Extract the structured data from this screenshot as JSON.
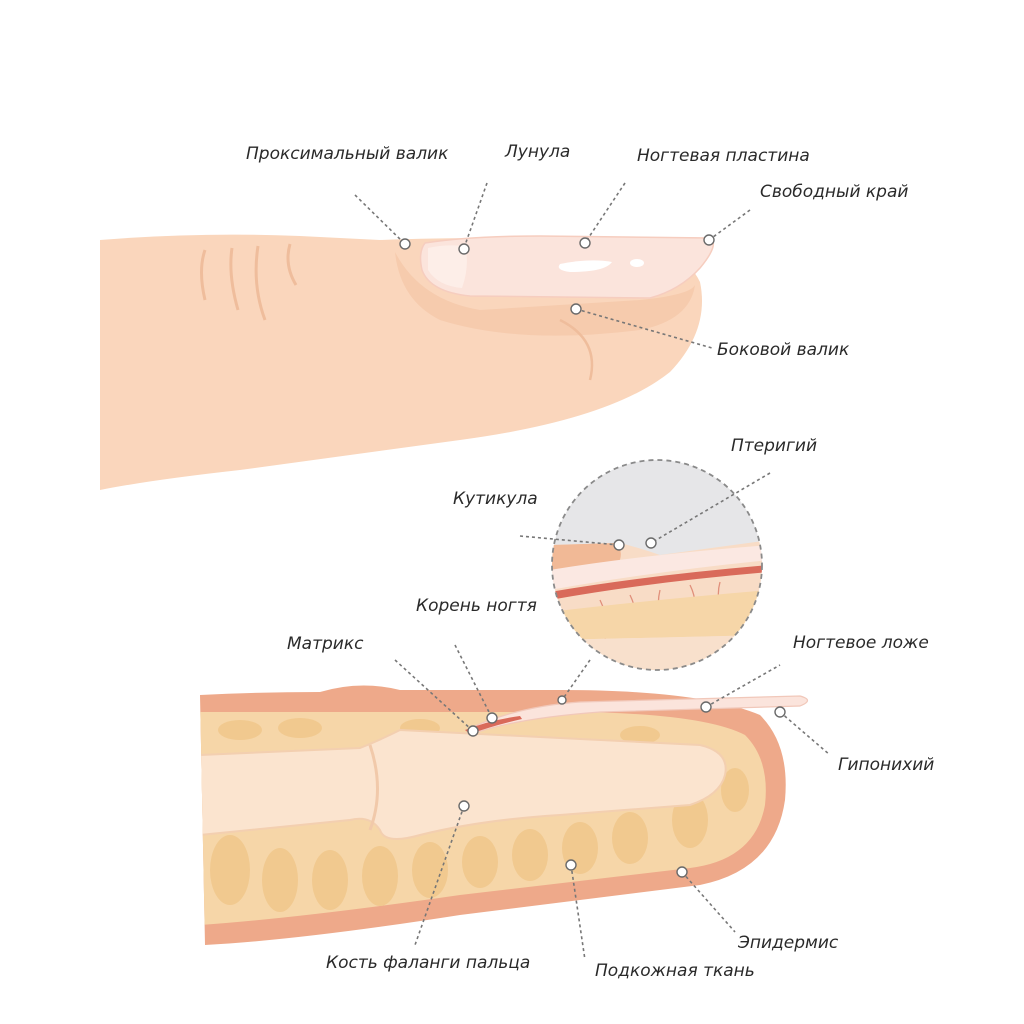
{
  "labels": {
    "proximal_fold": "Проксимальный валик",
    "lunula": "Лунула",
    "nail_plate": "Ногтевая пластина",
    "free_edge": "Свободный край",
    "lateral_fold": "Боковой валик",
    "pterygium": "Птеригий",
    "cuticle": "Кутикула",
    "nail_root": "Корень ногтя",
    "matrix": "Матрикс",
    "nail_bed": "Ногтевое ложе",
    "hyponychium": "Гипонихий",
    "phalanx_bone": "Кость фаланги пальца",
    "subcutaneous": "Подкожная ткань",
    "epidermis": "Эпидермис"
  },
  "colors": {
    "skin": "#fad6bc",
    "skin_shadow": "#f3c3a3",
    "nail": "#fbe4dc",
    "nail_highlight": "#ffffff",
    "epidermis": "#eea98a",
    "subcutaneous": "#f6d6a8",
    "fat_lobule": "#f1c98f",
    "bone": "#fbe4cf",
    "blood": "#d96a5a",
    "leader": "#777777"
  }
}
